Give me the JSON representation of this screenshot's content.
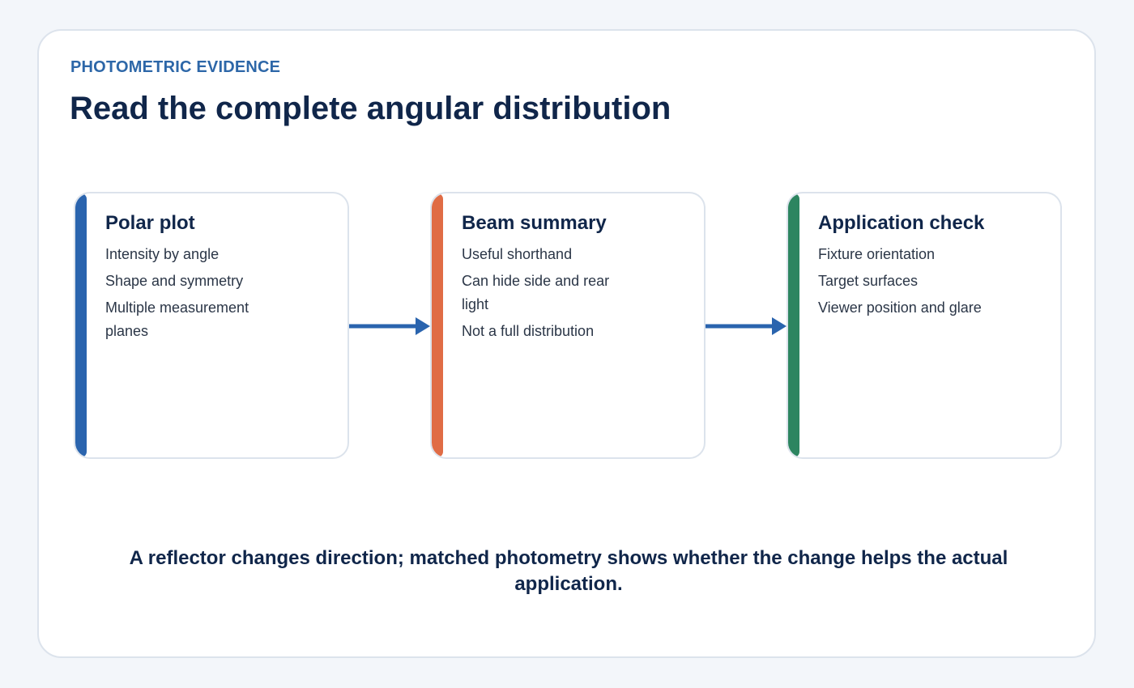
{
  "header": {
    "eyebrow": "PHOTOMETRIC EVIDENCE",
    "title": "Read the complete angular distribution"
  },
  "cards": [
    {
      "title": "Polar plot",
      "accent": "#2a64ae",
      "items": [
        "Intensity by angle",
        "Shape and symmetry",
        "Multiple measurement planes"
      ]
    },
    {
      "title": "Beam summary",
      "accent": "#e06c45",
      "items": [
        "Useful shorthand",
        "Can hide side and rear light",
        "Not a full distribution"
      ]
    },
    {
      "title": "Application check",
      "accent": "#2d8560",
      "items": [
        "Fixture orientation",
        "Target surfaces",
        "Viewer position and glare"
      ]
    }
  ],
  "connector_color": "#2a64ae",
  "takeaway": "A reflector changes direction; matched photometry shows whether the change helps the actual application."
}
